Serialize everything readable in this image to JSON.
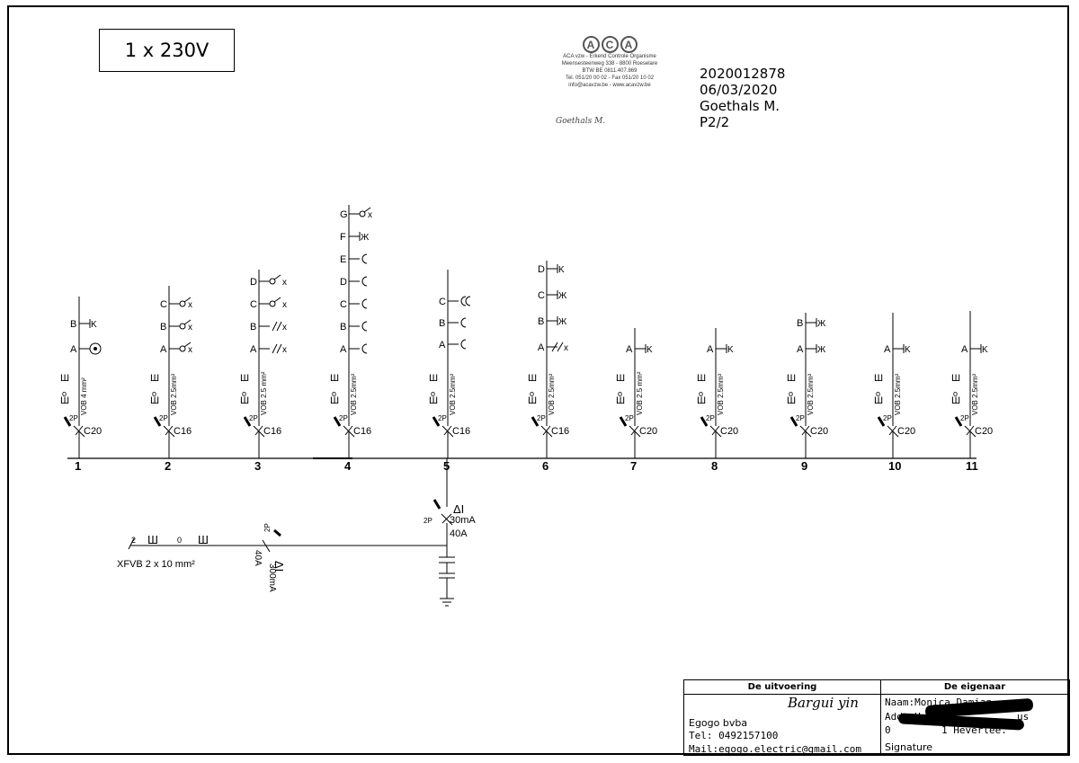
{
  "supply": {
    "label": "1 x 230V"
  },
  "logo": {
    "mark": [
      "A",
      "C",
      "A"
    ],
    "lines": [
      "ACA vzw - Erkend Controle Organisme",
      "Meensesteenweg 338 - 8800 Roeselare",
      "BTW BE 0811.407.869",
      "Tel. 051/20 00 02 - Fax 051/20 10 02",
      "info@acavzw.be - www.acavzw.be"
    ],
    "signature": "Goethals M."
  },
  "info": {
    "number": "2020012878",
    "date": "06/03/2020",
    "inspector": "Goethals M.",
    "page": "P2/2"
  },
  "circuits": [
    {
      "n": "1",
      "breaker": "C20",
      "cable": "VOB 4 mm²",
      "poles": "2P",
      "points": [
        "A",
        "B"
      ]
    },
    {
      "n": "2",
      "breaker": "C16",
      "cable": "VOB 2.5mm²",
      "poles": "2P",
      "points": [
        "A",
        "B",
        "C"
      ]
    },
    {
      "n": "3",
      "breaker": "C16",
      "cable": "VOB 2.5 mm²",
      "poles": "2P",
      "points": [
        "A",
        "B",
        "C",
        "D"
      ]
    },
    {
      "n": "4",
      "breaker": "C16",
      "cable": "VOB 2.5mm²",
      "poles": "2P",
      "points": [
        "A",
        "B",
        "C",
        "D",
        "E",
        "F",
        "G"
      ]
    },
    {
      "n": "5",
      "breaker": "C16",
      "cable": "VOB 2.5mm²",
      "poles": "2P",
      "points": [
        "A",
        "B",
        "C"
      ]
    },
    {
      "n": "6",
      "breaker": "C16",
      "cable": "VOB 2.5mm²",
      "poles": "2P",
      "points": [
        "A",
        "B",
        "C",
        "D"
      ]
    },
    {
      "n": "7",
      "breaker": "C20",
      "cable": "VOB 2.5 mm²",
      "poles": "2P",
      "points": [
        "A"
      ]
    },
    {
      "n": "8",
      "breaker": "C20",
      "cable": "VOB 2.5mm²",
      "poles": "2P",
      "points": [
        "A"
      ]
    },
    {
      "n": "9",
      "breaker": "C20",
      "cable": "VOB 2.5mm²",
      "poles": "2P",
      "points": [
        "A",
        "B"
      ]
    },
    {
      "n": "10",
      "breaker": "C20",
      "cable": "VOB 2.5mm²",
      "poles": "2P",
      "points": [
        "A"
      ]
    },
    {
      "n": "11",
      "breaker": "C20",
      "cable": "VOB 2.5mm²",
      "poles": "2P",
      "points": [
        "A"
      ]
    }
  ],
  "differential": {
    "symbol": "ΔI",
    "sensitivity": "30mA",
    "rating": "40A",
    "poles": "2P"
  },
  "main": {
    "cable": "XFVB 2 x 10 mm²",
    "count": "2",
    "zero": "0",
    "sensitivity": "300mA",
    "rating": "40A",
    "poles": "2P",
    "symbol": "ΔI"
  },
  "title_block": {
    "left_header": "De uitvoering",
    "right_header": "De eigenaar",
    "company": "Egogo bvba",
    "tel": "Tel: 0492157100",
    "mail": "Mail:egogo.electric@gmail.com",
    "signature": "Bargui yin",
    "owner_name": "Naam:Monica Damian",
    "owner_addr": "Add: Heu",
    "owner_addr2_end": "us",
    "owner_city": "0",
    "owner_city_end": "1 Heverlee.",
    "owner_sig": "Signature"
  }
}
